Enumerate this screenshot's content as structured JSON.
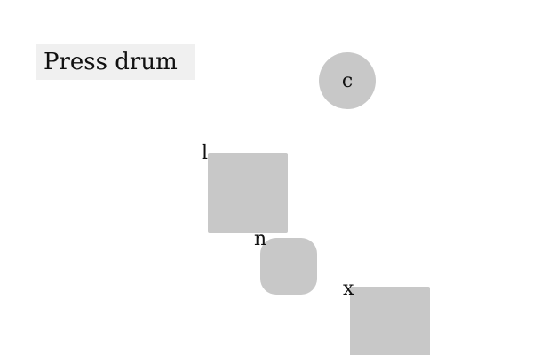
{
  "instruction": {
    "text": "Press drum"
  },
  "shapes": [
    {
      "label": "c",
      "kind": "circle",
      "color": "#c8c8c8"
    },
    {
      "label": "l",
      "kind": "square",
      "color": "#c8c8c8"
    },
    {
      "label": "n",
      "kind": "rounded-square",
      "color": "#c8c8c8"
    },
    {
      "label": "x",
      "kind": "square",
      "color": "#c8c8c8"
    }
  ],
  "colors": {
    "background": "#ffffff",
    "instruction_bg": "#f0f0f0",
    "shape_fill": "#c8c8c8",
    "text": "#111111"
  }
}
